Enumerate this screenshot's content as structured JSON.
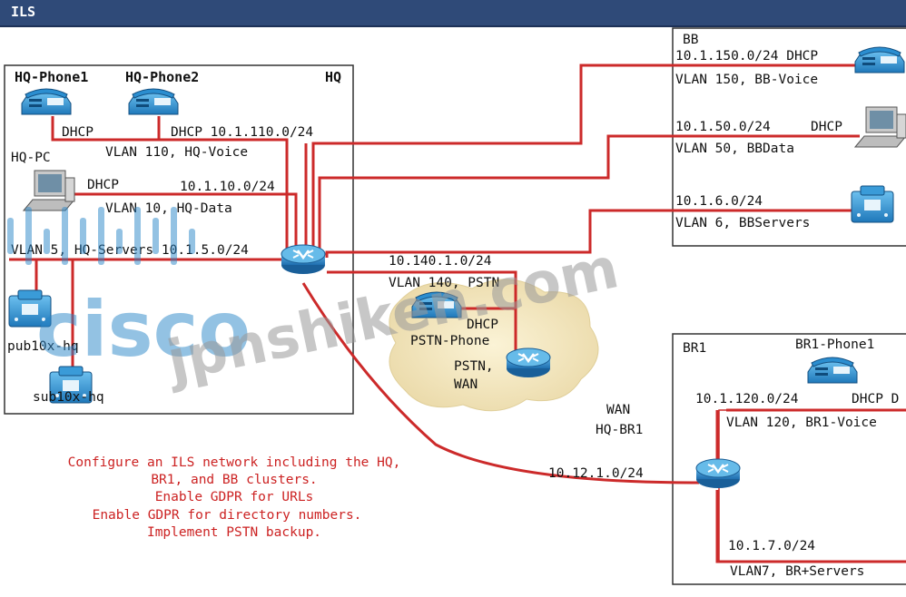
{
  "window": {
    "title": "ILS"
  },
  "colors": {
    "link": "#cc2a2a",
    "box": "#333333",
    "device": "#2a86c8",
    "titlebar": "#2f4a78",
    "note": "#cc2222"
  },
  "hq": {
    "name": "HQ",
    "phone1": "HQ-Phone1",
    "phone2": "HQ-Phone2",
    "dhcp1": "DHCP",
    "dhcp2_subnet": "DHCP 10.1.110.0/24",
    "voice_vlan": "VLAN 110, HQ-Voice",
    "pc": "HQ-PC",
    "pc_dhcp": "DHCP",
    "data_subnet": "10.1.10.0/24",
    "data_vlan": "VLAN 10, HQ-Data",
    "servers": "VLAN 5, HQ-Servers 10.1.5.0/24",
    "pub": "pub10x-hq",
    "sub": "sub10x-hq"
  },
  "bb": {
    "name": "BB",
    "voice_subnet": "10.1.150.0/24 DHCP",
    "voice_vlan": "VLAN 150, BB-Voice",
    "data_subnet": "10.1.50.0/24",
    "data_dhcp": "DHCP",
    "data_vlan": "VLAN 50, BBData",
    "servers_subnet": "10.1.6.0/24",
    "servers_vlan": "VLAN 6, BBServers"
  },
  "pstn": {
    "subnet": "10.140.1.0/24",
    "vlan": "VLAN 140, PSTN",
    "dhcp": "DHCP",
    "phone": "PSTN-Phone",
    "router_line1": "PSTN,",
    "router_line2": "WAN"
  },
  "wan": {
    "line1": "WAN",
    "line2": "HQ-BR1",
    "subnet": "10.12.1.0/24"
  },
  "br1": {
    "name": "BR1",
    "phone": "BR1-Phone1",
    "voice_subnet": "10.1.120.0/24",
    "voice_dhcp": "DHCP D",
    "voice_vlan": "VLAN 120, BR1-Voice",
    "servers_subnet": "10.1.7.0/24",
    "servers_vlan": "VLAN7, BR+Servers"
  },
  "task": {
    "lines": [
      "Configure an ILS network including the HQ,",
      "BR1, and BB clusters.",
      "Enable GDPR for URLs",
      "Enable GDPR for directory numbers.",
      "Implement PSTN backup."
    ]
  },
  "watermarks": {
    "cisco": "cisco",
    "site": "jpnshiken.com"
  }
}
